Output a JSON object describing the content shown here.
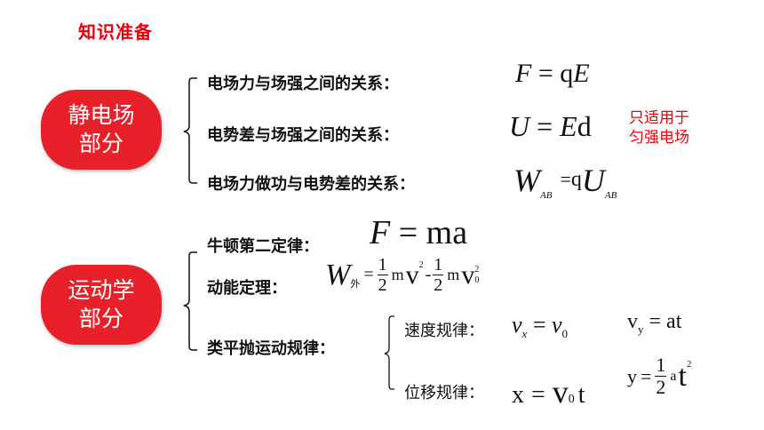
{
  "title": "知识准备",
  "colors": {
    "accent": "#e8202a",
    "title_red": "#e8000b",
    "text": "#111111"
  },
  "electrostatics": {
    "label_line1": "静电场",
    "label_line2": "部分",
    "rows": [
      {
        "label": "电场力与场强之间的关系：",
        "formula_lhs": "F",
        "formula_op": "=",
        "formula_q": "q",
        "formula_var": "E"
      },
      {
        "label": "电势差与场强之间的关系：",
        "formula_lhs": "U",
        "formula_op": "=",
        "formula_var": "E",
        "formula_d": "d"
      },
      {
        "label": "电场力做功与电势差的关系：",
        "formula_lhs": "W",
        "formula_sub": "AB",
        "formula_op": "=",
        "formula_q": "q",
        "formula_var": "U",
        "formula_sub2": "AB"
      }
    ],
    "note_line1": "只适用于",
    "note_line2": "匀强电场"
  },
  "kinematics": {
    "label_line1": "运动学",
    "label_line2": "部分",
    "newton": {
      "label": "牛顿第二定律：",
      "lhs": "F",
      "op": "=",
      "rhs": "ma"
    },
    "kinetic": {
      "label": "动能定理：",
      "lhs": "W",
      "sub": "外",
      "op": "=",
      "num": "1",
      "den": "2",
      "m": "m",
      "v": "v",
      "sq": "2",
      "minus": "-",
      "v0": "v",
      "v0_sub": "0"
    },
    "projectile": {
      "label": "类平抛运动规律：",
      "velocity": {
        "label": "速度规律：",
        "vx": "v",
        "vx_sub": "x",
        "op": "=",
        "v0": "v",
        "v0_sub": "0",
        "vy": "v",
        "vy_sub": "y",
        "vy_op": "=",
        "vy_rhs": "at"
      },
      "displacement": {
        "label": "位移规律：",
        "x": "x",
        "op": "=",
        "v0": "v",
        "v0_sub": "0",
        "t": "t",
        "y": "y",
        "y_op": "=",
        "num": "1",
        "den": "2",
        "a": "a",
        "t2": "t",
        "sq": "2"
      }
    }
  }
}
